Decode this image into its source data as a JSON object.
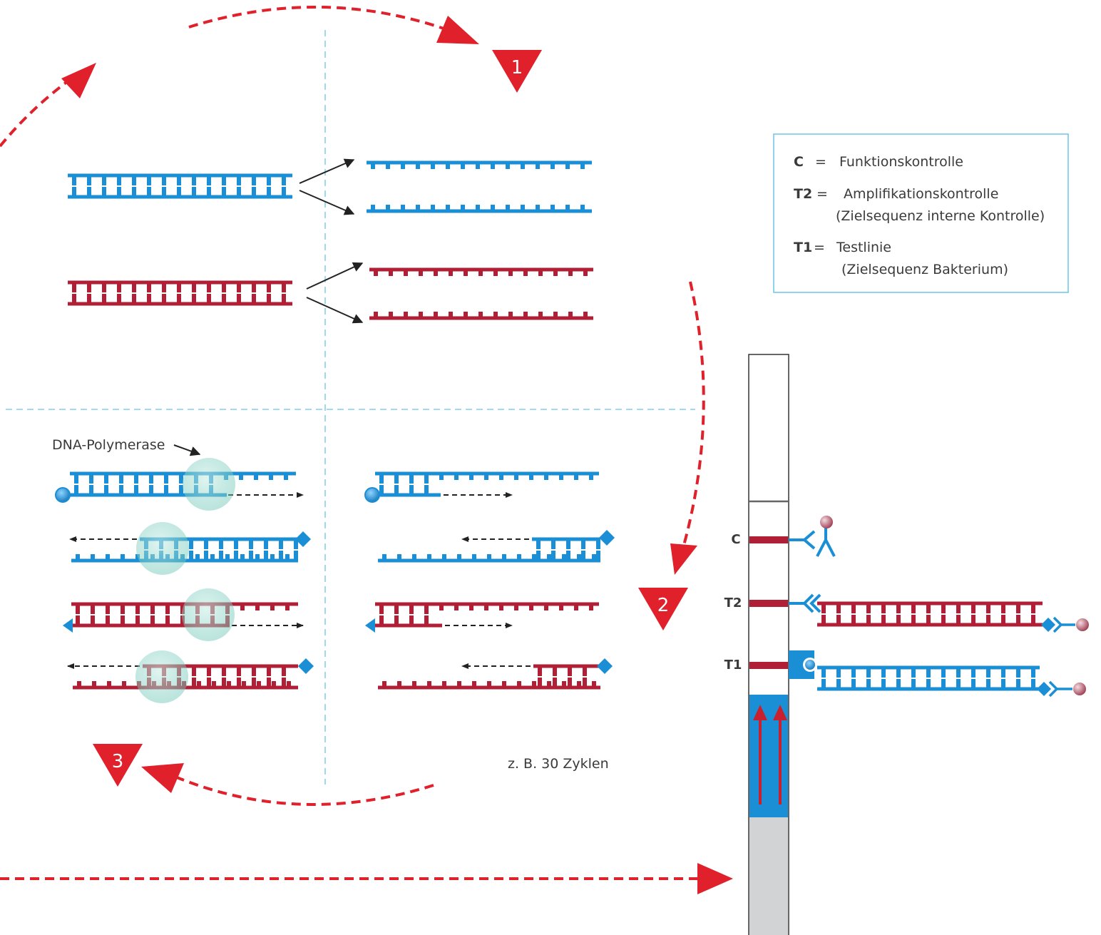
{
  "steps": [
    "1",
    "2",
    "3"
  ],
  "polymerase_label": "DNA-Polymerase",
  "cycles_label": "z. B. 30 Zyklen",
  "legend": {
    "c_key": "C",
    "c_eq": "=",
    "c_text": "Funktionskontrolle",
    "t2_key": "T2",
    "t2_eq": "=",
    "t2_text": "Amplifikationskontrolle",
    "t2_sub": "(Zielsequenz interne Kontrolle)",
    "t1_key": "T1",
    "t1_eq": "=",
    "t1_text": "Testlinie",
    "t1_sub": "(Zielsequenz Bakterium)"
  },
  "strip": {
    "c": "C",
    "t2": "T2",
    "t1": "T1"
  },
  "colors": {
    "blue": "#1a8fd6",
    "red": "#b01f35",
    "arrow_red": "#e0202a",
    "guide": "#6ec3e8",
    "polymerase": "#6fc7b8",
    "strip_blue": "#1a8fd6",
    "strip_grey": "#d2d3d5",
    "bead": "#b5586a"
  }
}
